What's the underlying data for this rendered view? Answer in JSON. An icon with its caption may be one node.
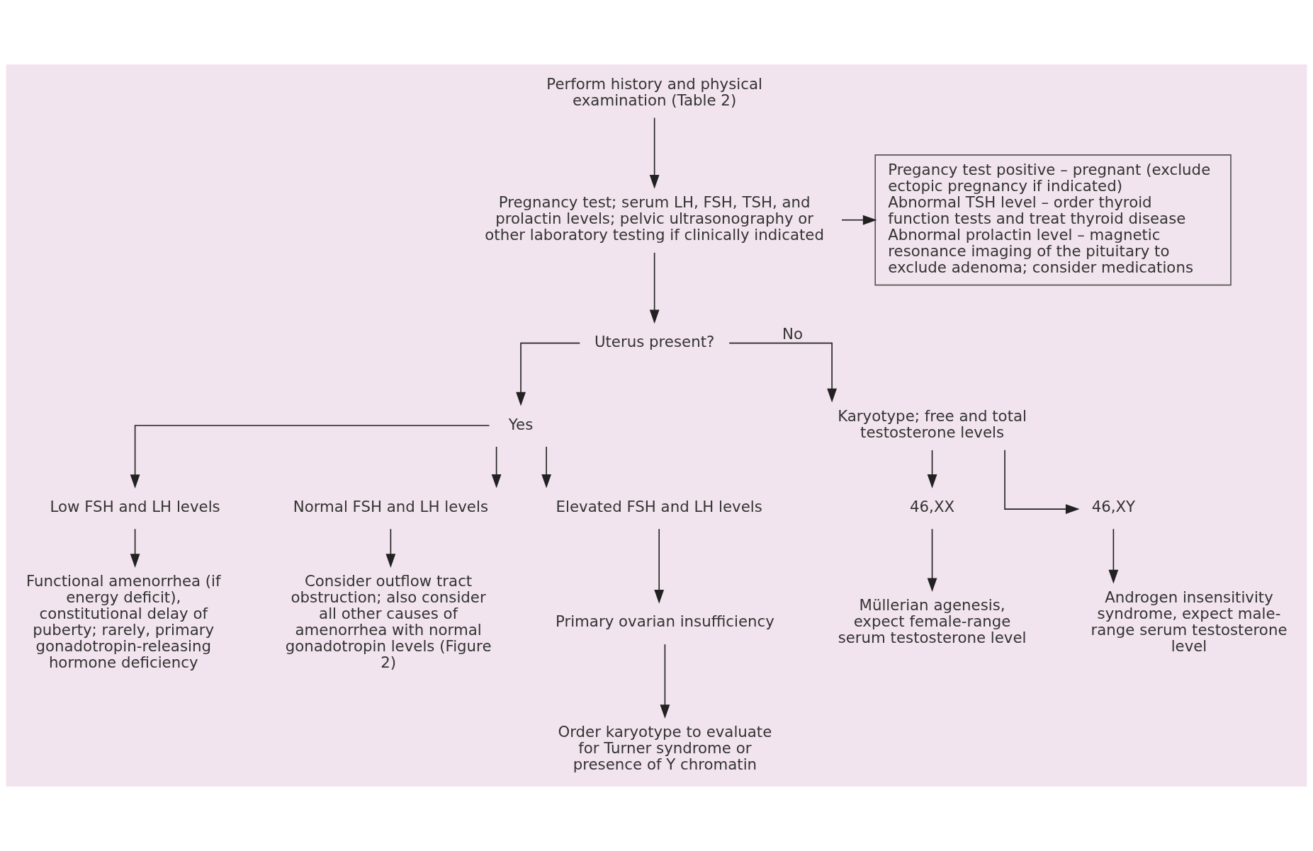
{
  "diagram": {
    "nodes": [
      {
        "text": [
          "Perform history and physical examination (Table 2)"
        ]
      },
      {
        "text": [
          "Pregnancy test; serum LH, FSH, TSH, and prolactin levels; pelvic ultrasonography or other laboratory testing if clinically indicated"
        ]
      },
      {
        "text": [
          "Pregancy test positive – pregnant (exclude ectopic pregnancy if indicated)",
          "Abnormal TSH level – order thyroid function tests and treat thyroid disease",
          "Abnormal prolactin level – magnetic resonance imaging of the pituitary to exclude adenoma; consider medications"
        ]
      },
      {
        "text": [
          "Uterus present?"
        ]
      },
      {
        "text": [
          "Yes"
        ]
      },
      {
        "text": [
          "Karyotype; free and total testosterone levels"
        ]
      },
      {
        "text": [
          "Low FSH and LH levels"
        ]
      },
      {
        "text": [
          "Normal FSH and LH levels"
        ]
      },
      {
        "text": [
          "Elevated FSH and LH levels"
        ]
      },
      {
        "text": [
          "Functional amenorrhea (if energy deficit), constitutional delay of puberty; rarely, primary gonadotropin-releasing hormone deficiency"
        ]
      },
      {
        "text": [
          "Consider outflow tract obstruction; also consider all other causes of amenorrhea with normal gonadotropin levels (Figure 2)"
        ]
      },
      {
        "text": [
          "Primary ovarian insufficiency"
        ]
      },
      {
        "text": [
          "Order karyotype to evaluate for Turner syndrome or presence of Y chromatin"
        ]
      },
      {
        "text": [
          "46,XX"
        ]
      },
      {
        "text": [
          "46,XY"
        ]
      },
      {
        "text": [
          "Müllerian agenesis, expect female-range serum testosterone level"
        ]
      },
      {
        "text": [
          "Androgen insensitivity syndrome, expect male-range serum testosterone level"
        ]
      }
    ],
    "edges": [
      {
        "from": 0,
        "to": 1,
        "arrow": "to"
      },
      {
        "from": 1,
        "to": 2,
        "arrow": "to"
      },
      {
        "from": 1,
        "to": 3,
        "arrow": "to"
      },
      {
        "from": 3,
        "to": 4,
        "arrow": "to"
      },
      {
        "from": 3,
        "to": 5,
        "arrow": "to",
        "label": "No"
      },
      {
        "from": 4,
        "to": 6,
        "arrow": "to"
      },
      {
        "from": 4,
        "to": 7,
        "arrow": "to"
      },
      {
        "from": 4,
        "to": 8,
        "arrow": "to"
      },
      {
        "from": 6,
        "to": 9,
        "arrow": "to"
      },
      {
        "from": 7,
        "to": 10,
        "arrow": "to"
      },
      {
        "from": 8,
        "to": 11,
        "arrow": "to"
      },
      {
        "from": 11,
        "to": 12,
        "arrow": "to"
      },
      {
        "from": 5,
        "to": 13,
        "arrow": "to"
      },
      {
        "from": 5,
        "to": 14,
        "arrow": "to"
      },
      {
        "from": 13,
        "to": 15,
        "arrow": "to"
      },
      {
        "from": 14,
        "to": 16,
        "arrow": "to"
      }
    ]
  }
}
